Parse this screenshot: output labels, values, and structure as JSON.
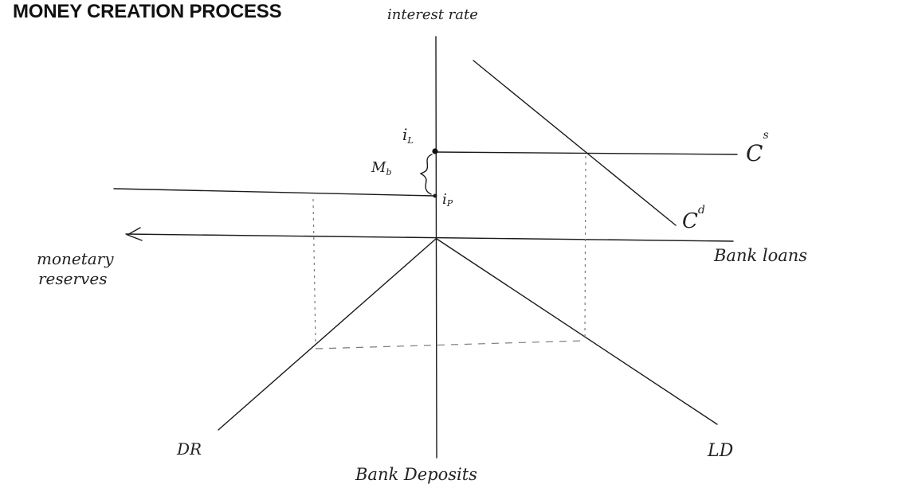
{
  "title": "MONEY CREATION PROCESS",
  "labels": {
    "y_axis_up": "interest rate",
    "y_axis_down": "Bank Deposits",
    "x_axis_right": "Bank loans",
    "x_axis_left_line1": "monetary",
    "x_axis_left_line2": "reserves",
    "i_l": "i",
    "i_l_sub": "L",
    "i_p": "i",
    "i_p_sub": "P",
    "m_b": "M",
    "m_b_sub": "b",
    "credit_supply": "C",
    "credit_supply_sup": "s",
    "credit_demand": "C",
    "credit_demand_sup": "d",
    "dr": "DR",
    "ld": "LD"
  }
}
